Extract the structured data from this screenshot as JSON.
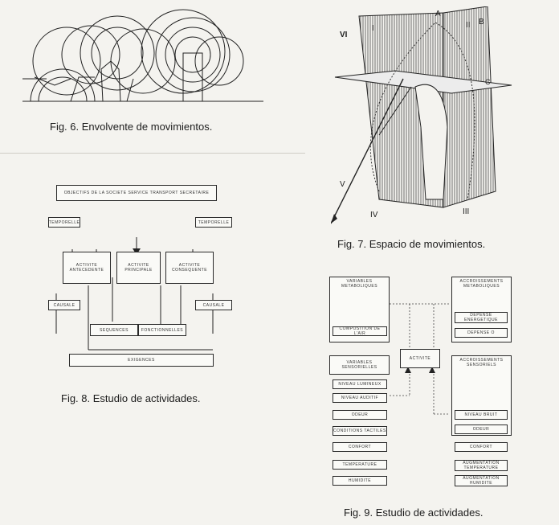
{
  "captions": {
    "fig6": "Fig. 6. Envolvente de movimientos.",
    "fig7": "Fig. 7. Espacio de movimientos.",
    "fig8": "Fig. 8. Estudio de actividades.",
    "fig9": "Fig. 9. Estudio de actividades."
  },
  "fig7_labels": {
    "vi": "VI",
    "i": "I",
    "a": "A",
    "ii": "II",
    "b": "B",
    "c": "C",
    "v": "V",
    "iv": "IV",
    "iii": "III"
  },
  "fig8_boxes": {
    "top": "OBJECTIFS DE LA SOCIETE SERVICE TRANSPORT SECRETAIRE",
    "temporel_left": "TEMPORELLE",
    "temporel_right": "TEMPORELLE",
    "activite_ant": "ACTIVITE ANTECEDENTE",
    "activite_princ": "ACTIVITE PRINCIPALE",
    "activite_cons": "ACTIVITE CONSEQUENTE",
    "causale_left": "CAUSALE",
    "causale_right": "CAUSALE",
    "sequences": "SEQUENCES",
    "fonctionnelles": "FONCTIONNELLES",
    "exigences": "EXIGENCES"
  },
  "fig9_boxes": {
    "var_meta": "VARIABLES METABOLIQUES",
    "acc_meta": "ACCROISSEMENTS METABOLIQUES",
    "composition": "COMPOSITION DE L'AIR",
    "depense_ener": "DEPENSE ENERGETIQUE",
    "depense_o": "DEPENSE O",
    "activite": "ACTIVITE",
    "var_sens": "VARIABLES SENSORIELLES",
    "acc_sens": "ACCROISSEMENTS SENSORIELS",
    "niveau_lum": "NIVEAU LUMINEUX",
    "niveau_aud": "NIVEAU AUDITIF",
    "odeur_l": "ODEUR",
    "cond_tact": "CONDITIONS TACTILES",
    "confort_l": "CONFORT",
    "temperature": "TEMPERATURE",
    "humidite": "HUMIDITE",
    "niveau_bruit": "NIVEAU BRUIT",
    "odeur_r": "ODEUR",
    "confort_r": "CONFORT",
    "augm_temp": "AUGMENTATION TEMPERATURE",
    "augm_hum": "AUGMENTATION HUMIDITE"
  }
}
